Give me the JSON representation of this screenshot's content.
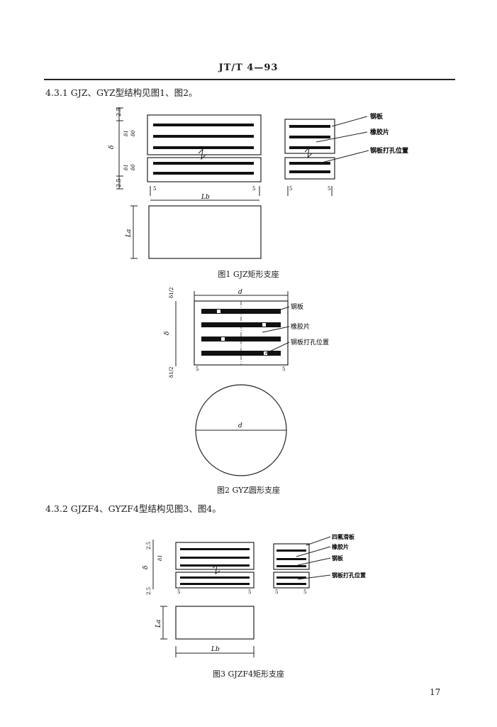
{
  "header": {
    "text": "JT/T 4—93"
  },
  "sections": {
    "s431": "4.3.1  GJZ、GYZ型结构见图1、图2。",
    "s432": "4.3.2  GJZF4、GYZF4型结构见图3、图4。"
  },
  "fig1": {
    "caption": "图1  GJZ矩形支座",
    "labels": {
      "steel": "钢板",
      "rubber": "橡胶片",
      "hole": "钢板打孔位置",
      "dim_25": "2.5",
      "dim_5": "5",
      "delta": "δ",
      "delta0": "δ0",
      "delta1": "δ1",
      "lb": "Lb",
      "la": "La"
    }
  },
  "fig2": {
    "caption": "图2  GYZ圆形支座",
    "labels": {
      "steel": "钢板",
      "rubber": "橡胶片",
      "hole": "钢板打孔位置",
      "d": "d",
      "delta": "δ",
      "delta_half": "δ1/2",
      "dim_5": "5"
    }
  },
  "fig3": {
    "caption": "图3  GJZF4矩形支座",
    "labels": {
      "ptfe": "四氟滑板",
      "rubber": "橡胶片",
      "steel": "钢板",
      "hole": "钢板打孔位置",
      "dim_25": "2.5",
      "dim_5": "5",
      "delta": "δ",
      "delta1": "δ1",
      "la": "La",
      "lb": "Lb"
    }
  },
  "page_number": "17"
}
